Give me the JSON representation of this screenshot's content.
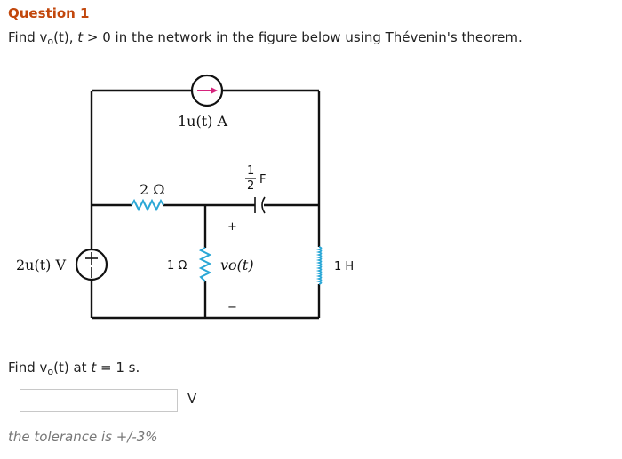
{
  "question": {
    "title": "Question 1",
    "text_prefix": "Find v",
    "text_sub": "o",
    "text_mid": "(t), ",
    "text_t": "t",
    "text_suffix": " > 0 in the network in the figure below using Thévenin's theorem."
  },
  "circuit": {
    "current_source_label": "1u(t) A",
    "voltage_source_label": "2u(t) V",
    "resistor_2_label": "2 Ω",
    "resistor_1_label": "1 Ω",
    "capacitor_label_num": "1",
    "capacitor_label_den": "2",
    "capacitor_unit": "F",
    "inductor_label": "1 H",
    "output_label": "vo(t)",
    "plus_sign": "+",
    "minus_sign": "−"
  },
  "prompt": {
    "prefix": "Find v",
    "sub": "o",
    "mid": "(t) at ",
    "t": "t",
    "suffix": " = 1 s."
  },
  "answer": {
    "value": "",
    "placeholder": "",
    "unit": "V"
  },
  "tolerance_text": "the tolerance is +/-3%",
  "colors": {
    "title": "#c2470c",
    "resistor": "#2aa7d6",
    "arrow": "#d6237c",
    "wire": "#111111"
  }
}
